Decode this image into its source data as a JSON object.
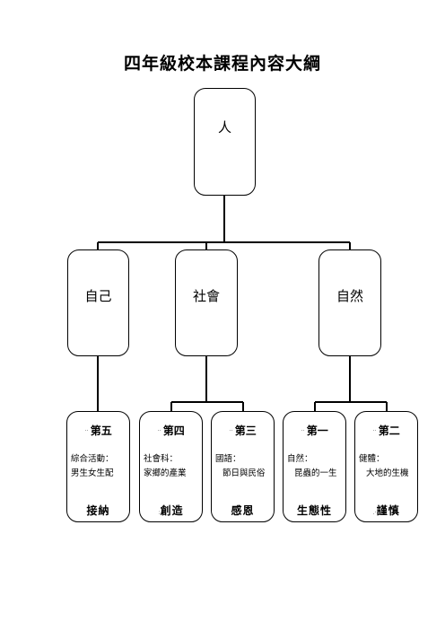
{
  "title": "四年級校本課程內容大綱",
  "root": {
    "label": "人"
  },
  "categories": [
    {
      "label": "自己"
    },
    {
      "label": "社會"
    },
    {
      "label": "自然"
    }
  ],
  "units": [
    {
      "heading": "第五",
      "subject": "綜合活動：",
      "topic": "男生女生配",
      "theme": "接納"
    },
    {
      "heading": "第四",
      "subject": "社會科：",
      "topic": "家鄉的產業",
      "theme": "創造"
    },
    {
      "heading": "第三",
      "subject": "國語：",
      "topic": "節日與民俗",
      "theme": "感恩"
    },
    {
      "heading": "第一",
      "subject": "自然：",
      "topic": "昆蟲的一生",
      "theme": "生態性"
    },
    {
      "heading": "第二",
      "subject": "健體：",
      "topic": "大地的生機",
      "theme": "謹慎"
    }
  ]
}
